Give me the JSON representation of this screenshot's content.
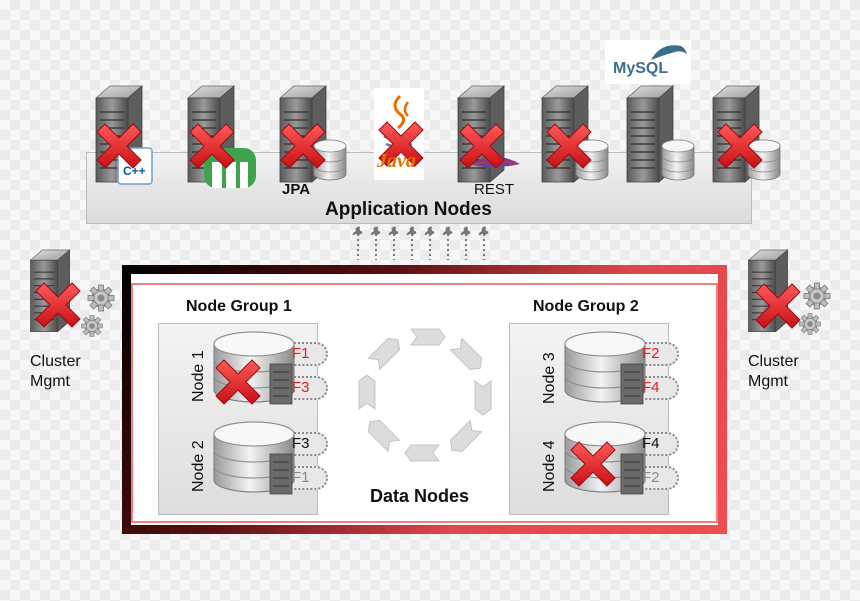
{
  "application_nodes": {
    "title": "Application Nodes",
    "jpa_label": "JPA",
    "rest_label": "REST",
    "mysql_logo": "MySQL",
    "java_logo": "Java",
    "cpp_badge": "C++"
  },
  "data_nodes": {
    "title": "Data Nodes",
    "groups": [
      {
        "title": "Node Group 1",
        "nodes": [
          {
            "label": "Node 1",
            "failed": true,
            "fragments": [
              "F1",
              "F3"
            ],
            "fragment_colors": [
              "#e02020",
              "#e02020"
            ]
          },
          {
            "label": "Node 2",
            "failed": false,
            "fragments": [
              "F3",
              "F1"
            ],
            "fragment_colors": [
              "#111111",
              "#8a8a8a"
            ]
          }
        ]
      },
      {
        "title": "Node Group 2",
        "nodes": [
          {
            "label": "Node 3",
            "failed": false,
            "fragments": [
              "F2",
              "F4"
            ],
            "fragment_colors": [
              "#e02020",
              "#e02020"
            ]
          },
          {
            "label": "Node 4",
            "failed": true,
            "fragments": [
              "F4",
              "F2"
            ],
            "fragment_colors": [
              "#111111",
              "#8a8a8a"
            ]
          }
        ]
      }
    ]
  },
  "cluster_mgmt": {
    "left": {
      "line1": "Cluster",
      "line2": "Mgmt",
      "failed": true
    },
    "right": {
      "line1": "Cluster",
      "line2": "Mgmt",
      "failed": true
    }
  },
  "colors": {
    "fail_red": "#e8262a",
    "highlight_red": "#e02020",
    "frame_gradient_start": "#000000",
    "frame_gradient_end": "#f24c4f"
  }
}
